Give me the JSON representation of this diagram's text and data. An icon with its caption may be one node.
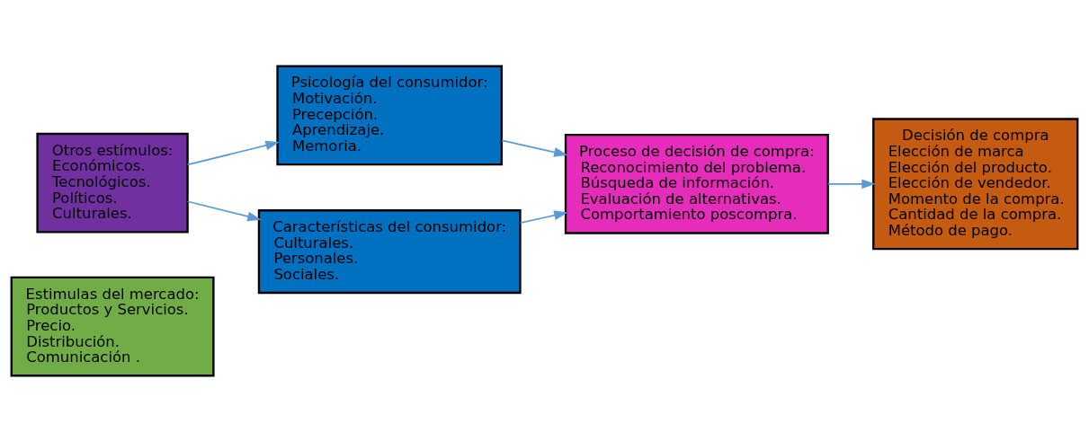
{
  "diagram": {
    "nodes": [
      {
        "text": [
          "Estimulas del mercado:",
          "Productos y Servicios.",
          "Precio.",
          "Distribución.",
          "Comunicación ."
        ]
      },
      {
        "text": [
          "Otros estímulos:",
          "Económicos.",
          "Tecnológicos.",
          "Políticos.",
          "Culturales."
        ]
      },
      {
        "text": [
          "Psicología del consumidor:",
          "Motivación.",
          "Precepción.",
          "Aprendizaje.",
          "Memoria."
        ]
      },
      {
        "text": [
          "Características del consumidor:",
          "Culturales.",
          "Personales.",
          "Sociales."
        ]
      },
      {
        "text": [
          "Proceso de decisión de compra:",
          "Reconocimiento del problema.",
          "Búsqueda de información.",
          "Evaluación de alternativas.",
          "Comportamiento poscompra."
        ]
      },
      {
        "text": [
          "Decisión de compra",
          "Elección de marca",
          "Elección del producto.",
          "Elección de vendedor.",
          "Momento de la compra.",
          "Cantidad de la compra.",
          "Método de pago."
        ]
      }
    ],
    "edges": [
      {
        "from": 1,
        "to": 2,
        "arrow": "to"
      },
      {
        "from": 1,
        "to": 3,
        "arrow": "to"
      },
      {
        "from": 2,
        "to": 4,
        "arrow": "to"
      },
      {
        "from": 3,
        "to": 4,
        "arrow": "to"
      },
      {
        "from": 4,
        "to": 5,
        "arrow": "to"
      }
    ]
  }
}
